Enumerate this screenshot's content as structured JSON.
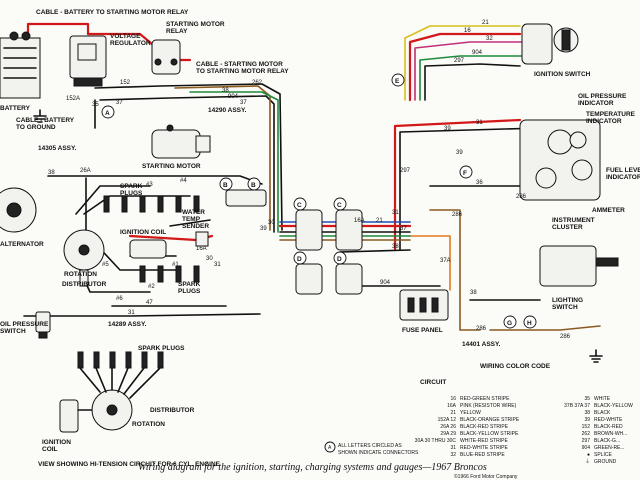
{
  "title": "Wiring diagram for the ignition, starting, charging systems and gauges—1967 Broncos",
  "credit": "©1966 Ford Motor Company",
  "labels": {
    "cable_battery_relay": "CABLE - BATTERY TO STARTING MOTOR RELAY",
    "voltage_regulator": "VOLTAGE\nREGULATOR",
    "starting_motor_relay": "STARTING MOTOR\nRELAY",
    "cable_starter_relay": "CABLE - STARTING MOTOR\nTO STARTING MOTOR RELAY",
    "battery": "BATTERY",
    "cable_battery_ground": "CABLE - BATTERY\nTO GROUND",
    "assy_14305": "14305 ASSY.",
    "assy_14290": "14290 ASSY.",
    "starting_motor": "STARTING MOTOR",
    "alternator": "ALTERNATOR",
    "spark_plugs": "SPARK\nPLUGS",
    "ignition_coil": "IGNITION COIL",
    "water_temp_sender": "WATER\nTEMP\nSENDER",
    "rotation": "ROTATION",
    "distributor": "DISTRIBUTOR",
    "oil_pressure_switch": "OIL PRESSURE\nSWITCH",
    "assy_14289": "14289 ASSY.",
    "spark_plugs_2": "SPARK PLUGS",
    "ignition_coil_2": "IGNITION\nCOIL",
    "distributor_2": "DISTRIBUTOR",
    "rotation_2": "ROTATION",
    "view_note": "VIEW SHOWING HI-TENSION CIRCUIT FOR 6 CYL. ENGINE",
    "ignition_switch": "IGNITION SWITCH",
    "oil_pressure_indicator": "OIL PRESSURE\nINDICATOR",
    "temperature_indicator": "TEMPERATURE\nINDICATOR",
    "fuel_level_indicator": "FUEL LEVEL\nINDICATOR",
    "ammeter": "AMMETER",
    "instrument_cluster": "INSTRUMENT\nCLUSTER",
    "lighting_switch": "LIGHTING\nSWITCH",
    "fuse_panel": "FUSE PANEL",
    "assy_14401": "14401 ASSY.",
    "wiring_color_code": "WIRING COLOR CODE",
    "circuit": "CIRCUIT",
    "letters_note": "ALL LETTERS CIRCLED AS\nSHOWN INDICATE CONNECTORS",
    "letter_a": "A"
  },
  "color_code_left": [
    {
      "circuit": "16",
      "color": "RED-GREEN STRIPE"
    },
    {
      "circuit": "16A",
      "color": "PINK (RESISTOR WIRE)"
    },
    {
      "circuit": "21",
      "color": "YELLOW"
    },
    {
      "circuit": "152A  12",
      "color": "BLACK-ORANGE STRIPE"
    },
    {
      "circuit": "26A  26",
      "color": "BLACK-RED STRIPE"
    },
    {
      "circuit": "29A  29",
      "color": "BLACK-YELLOW STRIPE"
    },
    {
      "circuit": "30A 30 THRU 30C",
      "color": "WHITE-RED STRIPE"
    },
    {
      "circuit": "31",
      "color": "RED-WHITE STRIPE"
    },
    {
      "circuit": "32",
      "color": "BLUE-RED STRIPE"
    }
  ],
  "color_code_right": [
    {
      "circuit": "35",
      "color": "WHITE"
    },
    {
      "circuit": "37B  37A  37",
      "color": "BLACK-YELLOW"
    },
    {
      "circuit": "38",
      "color": "BLACK"
    },
    {
      "circuit": "39",
      "color": "RED-WHITE"
    },
    {
      "circuit": "152",
      "color": "BLACK-RED"
    },
    {
      "circuit": "262",
      "color": "BROWN-WH..."
    },
    {
      "circuit": "297",
      "color": "BLACK-G..."
    },
    {
      "circuit": "904",
      "color": "GREEN-RE..."
    },
    {
      "circuit": "●",
      "color": "SPLICE"
    },
    {
      "circuit": "⏚",
      "color": "GROUND"
    }
  ],
  "wire_numbers": {
    "n21": "21",
    "n16": "16",
    "n32": "32",
    "n904": "904",
    "n297": "297",
    "n152": "152",
    "n152a": "152A",
    "n35": "35",
    "n37": "37",
    "n38": "38",
    "n39": "39",
    "n31": "31",
    "n36": "36",
    "n30": "30",
    "n26a": "26A",
    "n16a": "16A",
    "n37a": "37A",
    "n286": "286",
    "n262": "262",
    "n47": "47",
    "n3": "#3",
    "n4": "#4",
    "n1": "#1",
    "n2": "#2",
    "n5": "#5",
    "n6": "#6"
  },
  "connector_letters": [
    "A",
    "B",
    "C",
    "D",
    "E",
    "F",
    "G",
    "H"
  ],
  "colors": {
    "red": "#d21818",
    "green": "#1e8a3a",
    "yellow": "#d8c018",
    "blue": "#1f4fb8",
    "brown": "#8a5a20",
    "black": "#111111"
  }
}
